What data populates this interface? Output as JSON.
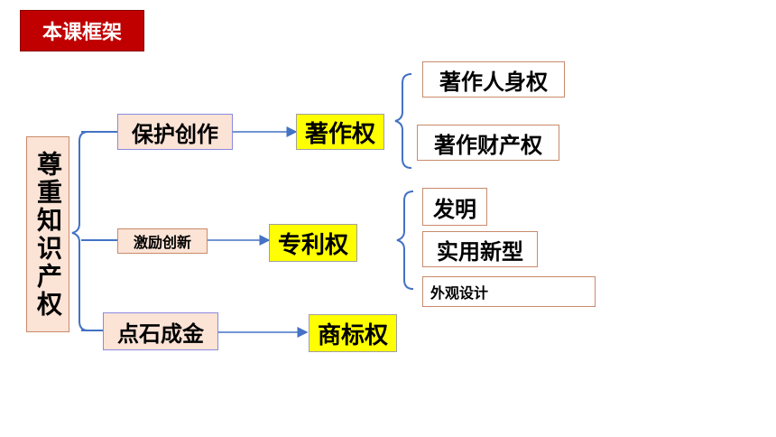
{
  "header": {
    "title": "本课框架"
  },
  "root": {
    "label": "尊重知识产权"
  },
  "branches": [
    {
      "label": "保护创作",
      "target": "著作权",
      "leaves": [
        "著作人身权",
        "著作财产权"
      ]
    },
    {
      "label": "激励创新",
      "target": "专利权",
      "leaves": [
        "发明",
        "实用新型",
        "外观设计"
      ]
    },
    {
      "label": "点石成金",
      "target": "商标权",
      "leaves": []
    }
  ],
  "colors": {
    "title_bg": "#c00000",
    "box_fill": "#fbe3d6",
    "highlight": "#ffff00",
    "connector": "#4472c4"
  }
}
